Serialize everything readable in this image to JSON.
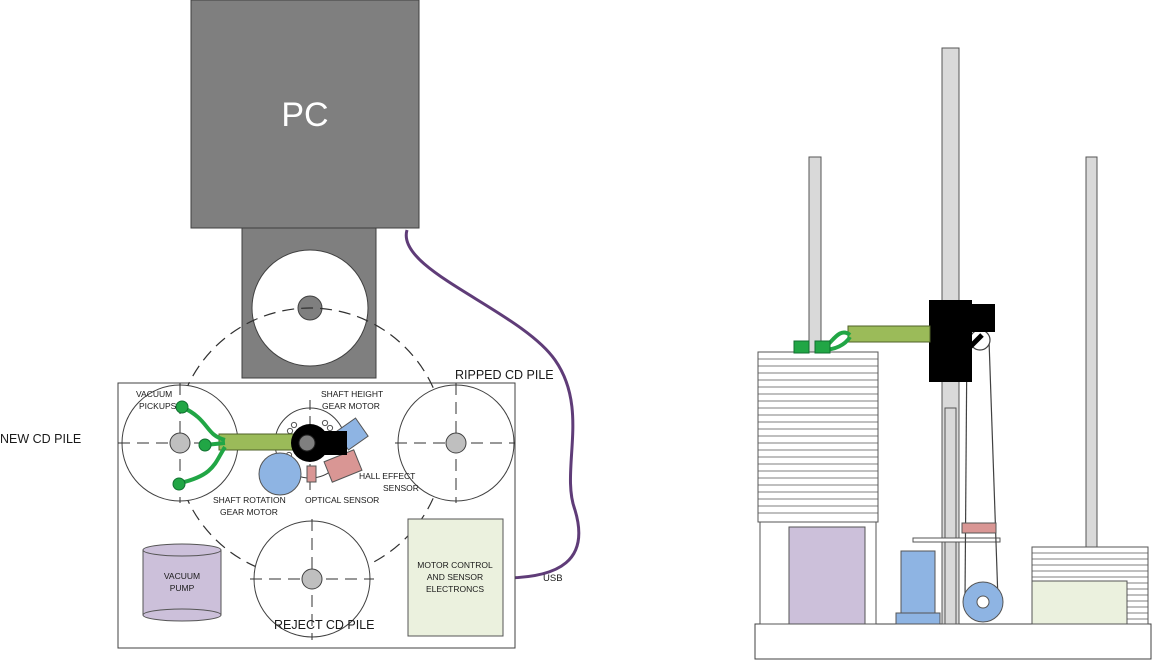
{
  "top_view": {
    "pc_label": "PC",
    "labels": {
      "new_cd_pile": "NEW CD PILE",
      "ripped_cd_pile": "RIPPED CD PILE",
      "reject_cd_pile": "REJECT CD PILE",
      "vacuum_pickups_line1": "VACUUM",
      "vacuum_pickups_line2": "PICKUPS",
      "shaft_height_line1": "SHAFT HEIGHT",
      "shaft_height_line2": "GEAR MOTOR",
      "hall_effect_line1": "HALL EFFECT",
      "hall_effect_line2": "SENSOR",
      "optical_sensor": "OPTICAL SENSOR",
      "shaft_rotation_line1": "SHAFT ROTATION",
      "shaft_rotation_line2": "GEAR MOTOR",
      "vacuum_pump_line1": "VACUUM",
      "vacuum_pump_line2": "PUMP",
      "motor_control_line1": "MOTOR CONTROL",
      "motor_control_line2": "AND SENSOR",
      "motor_control_line3": "ELECTRONCS",
      "usb": "USB"
    }
  },
  "colors": {
    "pc_gray": "#7f7f7f",
    "vacuum_green": "#21a645",
    "arm_green": "#9bbb59",
    "motor_blue": "#8eb4e3",
    "sensor_pink": "#d99694",
    "pump_lavender": "#ccc0da",
    "electronics_green": "#ebf1de",
    "usb_purple": "#5f3c78"
  }
}
